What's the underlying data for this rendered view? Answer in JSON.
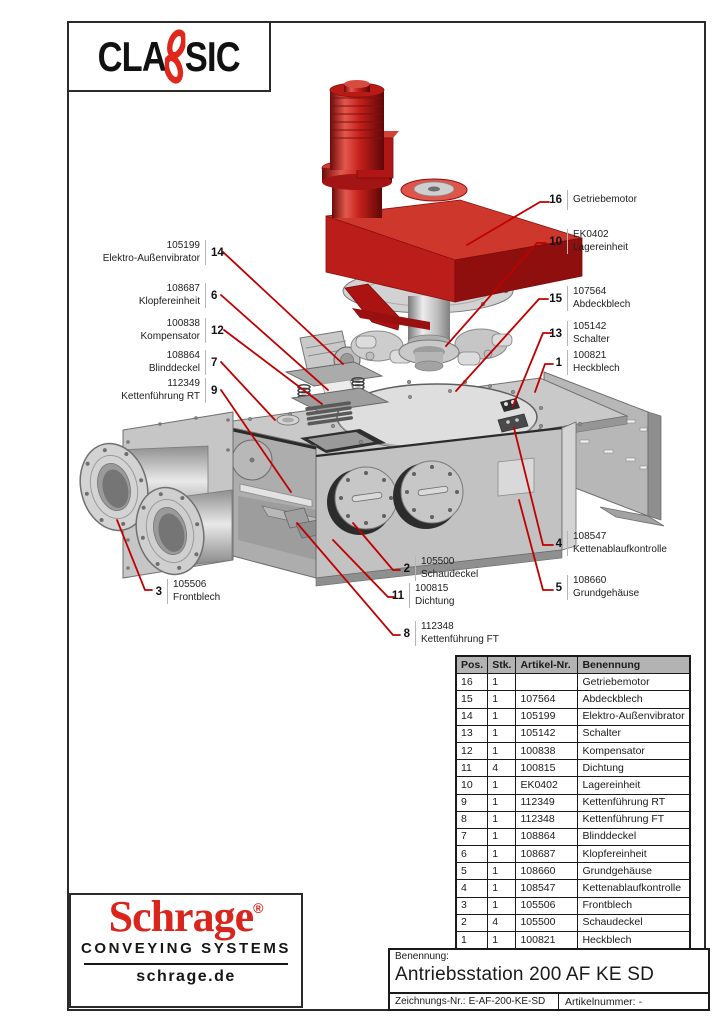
{
  "branding": {
    "classic": {
      "left": "CLA",
      "right": "SIC"
    },
    "schrage": {
      "wordmark": "Schrage",
      "registered": "®",
      "tagline": "CONVEYING SYSTEMS",
      "website": "schrage.de"
    }
  },
  "callouts": {
    "left": [
      {
        "num": "14",
        "article": "105199",
        "name": "Elektro-Außenvibrator"
      },
      {
        "num": "6",
        "article": "108687",
        "name": "Klopfereinheit"
      },
      {
        "num": "12",
        "article": "100838",
        "name": "Kompensator"
      },
      {
        "num": "7",
        "article": "108864",
        "name": "Blinddeckel"
      },
      {
        "num": "9",
        "article": "112349",
        "name": "Kettenführung RT"
      }
    ],
    "right": [
      {
        "num": "16",
        "article": "",
        "name": "Getriebemotor"
      },
      {
        "num": "10",
        "article": "EK0402",
        "name": "Lagereinheit"
      },
      {
        "num": "15",
        "article": "107564",
        "name": "Abdeckblech"
      },
      {
        "num": "13",
        "article": "105142",
        "name": "Schalter"
      },
      {
        "num": "1",
        "article": "100821",
        "name": "Heckblech"
      },
      {
        "num": "4",
        "article": "108547",
        "name": "Kettenablaufkontrolle"
      },
      {
        "num": "5",
        "article": "108660",
        "name": "Grundgehäuse"
      }
    ],
    "bottom": [
      {
        "num": "3",
        "article": "105506",
        "name": "Frontblech"
      },
      {
        "num": "2",
        "article": "105500",
        "name": "Schaudeckel"
      },
      {
        "num": "11",
        "article": "100815",
        "name": "Dichtung"
      },
      {
        "num": "8",
        "article": "112348",
        "name": "Kettenführung FT"
      }
    ]
  },
  "parts_table": {
    "headers": [
      "Pos.",
      "Stk.",
      "Artikel-Nr.",
      "Benennung"
    ],
    "rows": [
      [
        "16",
        "1",
        "",
        "Getriebemotor"
      ],
      [
        "15",
        "1",
        "107564",
        "Abdeckblech"
      ],
      [
        "14",
        "1",
        "105199",
        "Elektro-Außenvibrator"
      ],
      [
        "13",
        "1",
        "105142",
        "Schalter"
      ],
      [
        "12",
        "1",
        "100838",
        "Kompensator"
      ],
      [
        "11",
        "4",
        "100815",
        "Dichtung"
      ],
      [
        "10",
        "1",
        "EK0402",
        "Lagereinheit"
      ],
      [
        "9",
        "1",
        "112349",
        "Kettenführung RT"
      ],
      [
        "8",
        "1",
        "112348",
        "Kettenführung FT"
      ],
      [
        "7",
        "1",
        "108864",
        "Blinddeckel"
      ],
      [
        "6",
        "1",
        "108687",
        "Klopfereinheit"
      ],
      [
        "5",
        "1",
        "108660",
        "Grundgehäuse"
      ],
      [
        "4",
        "1",
        "108547",
        "Kettenablaufkontrolle"
      ],
      [
        "3",
        "1",
        "105506",
        "Frontblech"
      ],
      [
        "2",
        "4",
        "105500",
        "Schaudeckel"
      ],
      [
        "1",
        "1",
        "100821",
        "Heckblech"
      ]
    ]
  },
  "title_block": {
    "name_label": "Benennung:",
    "name_value": "Antriebsstation 200 AF KE SD",
    "drawing_label": "Zeichnungs-Nr.:",
    "drawing_value": "E-AF-200-KE-SD",
    "article_label": "Artikelnummer:",
    "article_value": "-"
  },
  "colors": {
    "brand_red": "#da251d",
    "callout_red": "#c00000",
    "machine_red": "#c4201c",
    "steel_gray": "#c6c6c6",
    "table_header_bg": "#b3b3b3"
  }
}
